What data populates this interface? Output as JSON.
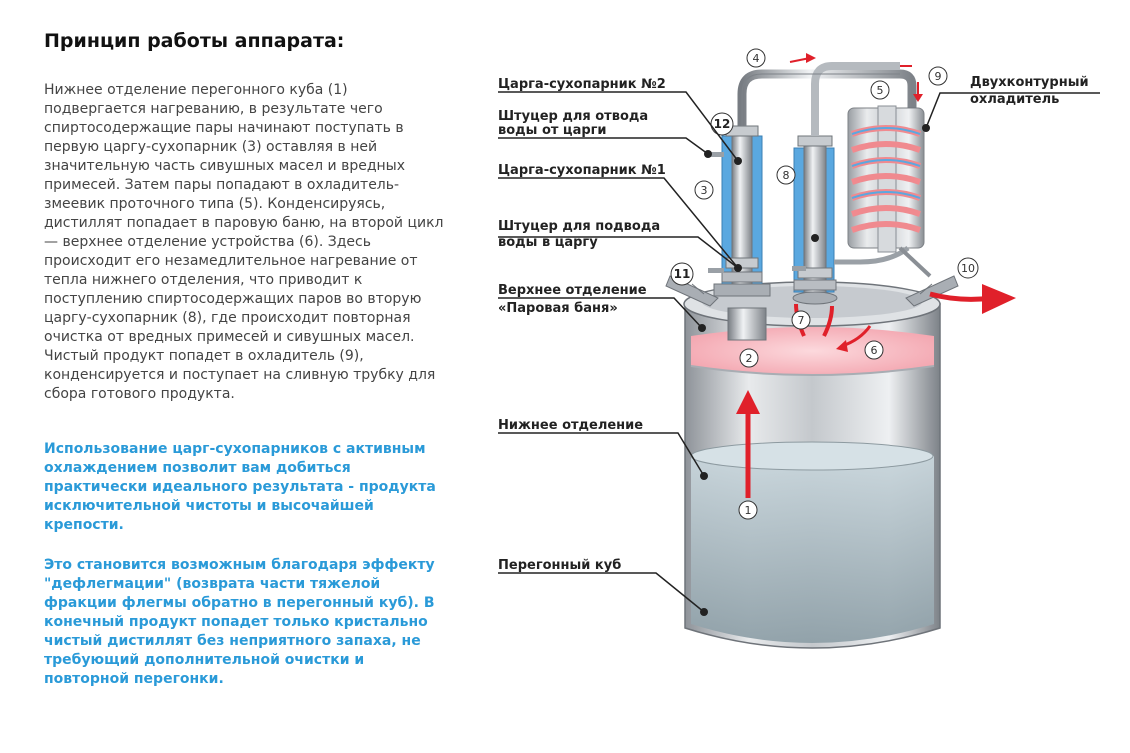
{
  "header": {
    "title": "Принцип работы аппарата:"
  },
  "description": {
    "paragraph": "Нижнее отделение перегонного куба (1) подвергается нагреванию, в результате чего спиртосодержащие пары начинают поступать в первую царгу-сухопарник (3) оставляя в ней значительную часть сивушных масел и вредных примесей. Затем пары попадают в охладитель-змеевик проточного типа (5). Конденсируясь, дистиллят попадает в паровую баню, на второй цикл — верхнее отделение устройства (6). Здесь происходит его незамедлительное нагревание от тепла нижнего отделения, что приводит к поступлению спиртосодержащих паров во вторую царгу-сухопарник (8), где происходит повторная очистка от вредных примесей и сивушных масел. Чистый продукт попадет в охладитель (9), конденсируется и поступает на сливную трубку для сбора готового продукта.",
    "highlight_1": "Использование царг-сухопарников с активным охлаждением позволит вам добиться практически идеального результата - продукта исключительной чистоты и высочайшей крепости.",
    "highlight_2": "Это становится возможным благодаря эффекту \"дефлегмации\" (возврата части тяжелой фракции флегмы обратно в перегонный куб). В конечный продукт попадет только кристально чистый дистиллят без неприятного запаха, не требующий дополнительной очистки и повторной перегонки."
  },
  "diagram": {
    "labels": {
      "column2": "Царга-сухопарник №2",
      "outlet_line1": "Штуцер для отвода",
      "outlet_line2": "воды от царги",
      "column1": "Царга-сухопарник №1",
      "inlet_line1": "Штуцер для подвода",
      "inlet_line2": "воды в царгу",
      "upper_line1": "Верхнее отделение",
      "upper_line2": "«Паровая баня»",
      "lower": "Нижнее отделение",
      "still": "Перегонный куб",
      "cooler_line1": "Двухконтурный",
      "cooler_line2": "охладитель"
    },
    "numbers": {
      "n1": "1",
      "n2": "2",
      "n3": "3",
      "n4": "4",
      "n5": "5",
      "n6": "6",
      "n7": "7",
      "n8": "8",
      "n9": "9",
      "n10": "10",
      "n11": "11",
      "n12": "12"
    },
    "colors": {
      "vapor_arrow": "#e0202a",
      "coolant_blue": "#5aa8e0",
      "steam_bath": "#f5b8c0",
      "steel": "#b8bcc2",
      "highlight_text": "#2a9ad8"
    }
  }
}
